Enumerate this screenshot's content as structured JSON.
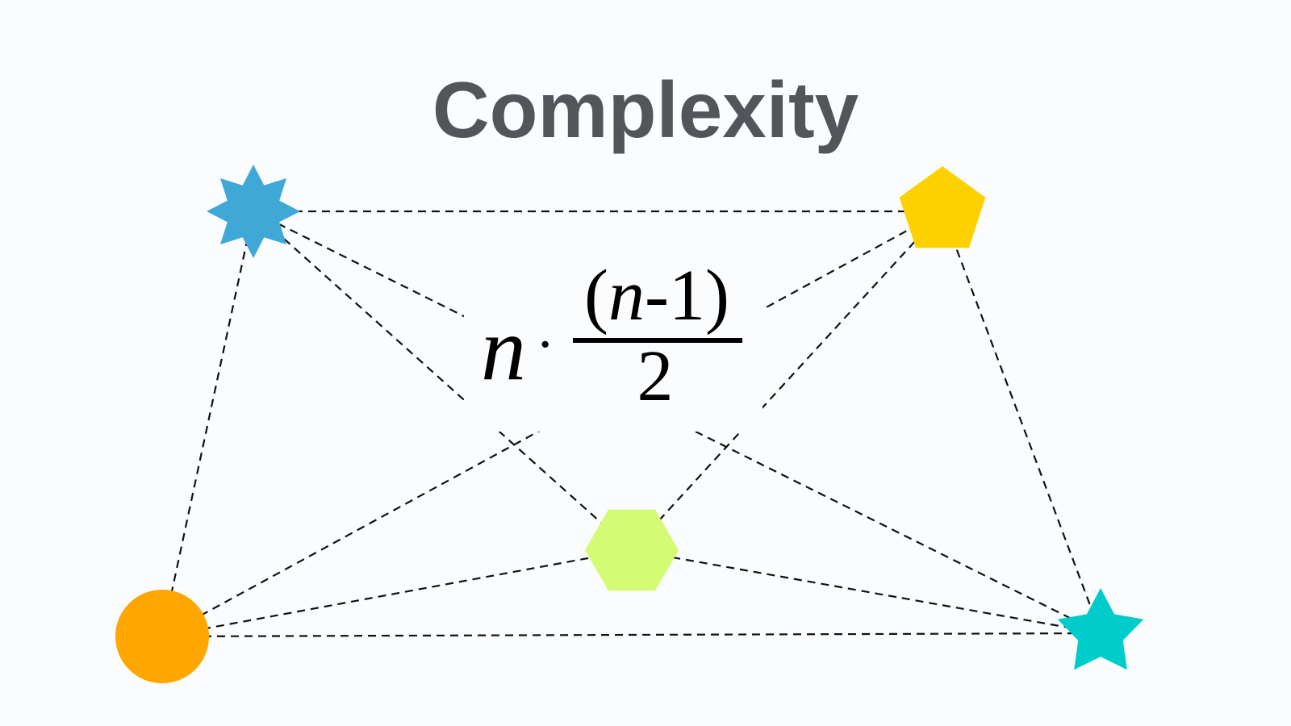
{
  "title": "Complexity",
  "formula": {
    "variable": "n",
    "operator": "·",
    "numerator_open": "(",
    "numerator_variable": "n",
    "numerator_rest": "-1",
    "numerator_close": ")",
    "denominator": "2"
  },
  "nodes": [
    {
      "id": "star8",
      "shape": "eight-point-star",
      "color": "#3fa8d6"
    },
    {
      "id": "pentagon",
      "shape": "pentagon",
      "color": "#fdd100"
    },
    {
      "id": "hexagon",
      "shape": "hexagon",
      "color": "#d4fb74"
    },
    {
      "id": "circle",
      "shape": "circle",
      "color": "#ffa600"
    },
    {
      "id": "star5",
      "shape": "five-point-star",
      "color": "#00cccc"
    }
  ],
  "edges": [
    [
      "star8",
      "pentagon"
    ],
    [
      "star8",
      "circle"
    ],
    [
      "star8",
      "hexagon"
    ],
    [
      "star8",
      "star5"
    ],
    [
      "pentagon",
      "circle"
    ],
    [
      "pentagon",
      "hexagon"
    ],
    [
      "pentagon",
      "star5"
    ],
    [
      "circle",
      "hexagon"
    ],
    [
      "circle",
      "star5"
    ],
    [
      "hexagon",
      "star5"
    ]
  ]
}
